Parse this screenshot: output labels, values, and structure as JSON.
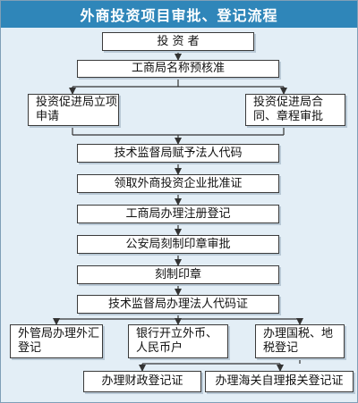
{
  "title": "外商投资项目审批、登记流程",
  "steps": {
    "investor": "投 资 者",
    "name_precheck": "工商局名称预核准",
    "project_application": "投资促进局立项申请",
    "contract_approval": "投资促进局合同、章程审批",
    "org_code": "技术监督局赋予法人代码",
    "approval_cert": "领取外商投资企业批准证",
    "registration": "工商局办理注册登记",
    "seal_approval": "公安局刻制印章审批",
    "seal_engrave": "刻制印章",
    "org_code_cert": "技术监督局办理法人代码证",
    "forex_registration": "外管局办理外汇登记",
    "bank_accounts": "银行开立外币、人民币户",
    "tax_registration": "办理国税、地税登记",
    "finance_registration": "办理财政登记证",
    "customs_registration": "办理海关自理报关登记证"
  },
  "colors": {
    "header": "#2f86b9",
    "background": "#e3eef6",
    "box_border": "#3a3a3a",
    "arrow": "#333333"
  }
}
